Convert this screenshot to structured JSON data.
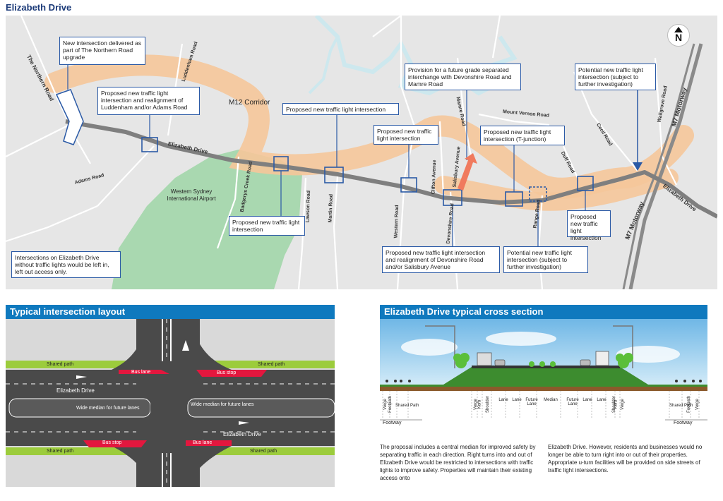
{
  "page_title": "Elizabeth Drive",
  "map": {
    "roads": {
      "northern_road": "The Northern Road",
      "luddenham_road": "Luddenham Road",
      "elizabeth_drive_west": "Elizabeth Drive",
      "adams_road": "Adams Road",
      "badgerys_creek_road": "Badgerys Creek Road",
      "lawson_road": "Lawson Road",
      "martin_road": "Martin Road",
      "western_road": "Western Road",
      "devonshire_road": "Devonshire Road",
      "clifton_avenue": "Clifton Avenue",
      "salisbury_avenue": "Salisbury Avenue",
      "mamre_road": "Mamre Road",
      "mount_vernon_road": "Mount Vernon Road",
      "range_road": "Range Road",
      "duff_road": "Duff Road",
      "cecil_road": "Cecil Road",
      "wallgrove_road": "Wallgrove Road",
      "m7_motorway_north": "M7 Motorway",
      "m7_motorway_south": "M7 Motorway",
      "elizabeth_drive_east": "Elizabeth Drive"
    },
    "m12_corridor": "M12 Corridor",
    "airport": "Western Sydney International Airport",
    "north_label": "N",
    "callouts": {
      "northern_road": "New intersection delivered as part of The Northern Road upgrade",
      "luddenham": "Proposed new traffic light intersection and realignment of Luddenham and/or Adams Road",
      "martin": "Proposed new traffic light intersection",
      "badgerys": "Proposed new traffic light intersection",
      "western": "Proposed new traffic light intersection",
      "grade_separated": "Provision for a future grade separated interchange with Devonshire Road and Mamre Road",
      "t_junction": "Proposed new traffic light intersection (T-junction)",
      "cecil": "Potential new traffic light intersection (subject to further investigation)",
      "duff": "Proposed new traffic light intersection",
      "devonshire": "Proposed new traffic light intersection and realignment of Devonshire Road and/or Salisbury Avenue",
      "range": "Potential new traffic light intersection (subject to further investigation)",
      "left_in_left_out": "Intersections on Elizabeth Drive without traffic lights would be left in, left out access only."
    },
    "colors": {
      "callout_border": "#2b5aa6",
      "corridor": "#f5c79a",
      "green_area": "#a9d8b0",
      "water": "#cde8ee"
    }
  },
  "intersection": {
    "title": "Typical intersection layout",
    "labels": {
      "shared_path_tl": "Shared path",
      "shared_path_tr": "Shared path",
      "shared_path_bl": "Shared path",
      "shared_path_br": "Shared path",
      "bus_lane_top": "Bus lane",
      "bus_stop_top": "Bus stop",
      "bus_stop_bottom": "Bus stop",
      "bus_lane_bottom": "Bus lane",
      "elizabeth_drive_left": "Elizabeth Drive",
      "elizabeth_drive_right": "Elizabeth Drive",
      "median_left": "Wide median for future lanes",
      "median_right": "Wide median for future lanes"
    }
  },
  "cross_section": {
    "title": "Elizabeth Drive typical cross section",
    "lanes": [
      "Verge",
      "Kerb",
      "Shoulder",
      "Lane",
      "Lane",
      "Future Lane",
      "Median",
      "Future Lane",
      "Lane",
      "Lane",
      "Shoulder",
      "Kerb",
      "Verge"
    ],
    "left_side": [
      "Verge",
      "Footpath",
      "Shared Path"
    ],
    "right_side": [
      "Shared Path",
      "Footpath",
      "Verge"
    ],
    "footway_left": "Footway",
    "footway_right": "Footway"
  },
  "text": {
    "col1": "The proposal includes a central median for improved safety by separating traffic in each direction. Right turns into and out of Elizabeth Drive would be restricted to intersections with traffic lights to improve safety. Properties will maintain their existing access onto",
    "col2": "Elizabeth Drive. However, residents and businesses would no longer be able to turn right into or out of their properties. Appropriate u-turn facilities will be provided on side streets of traffic light intersections."
  }
}
